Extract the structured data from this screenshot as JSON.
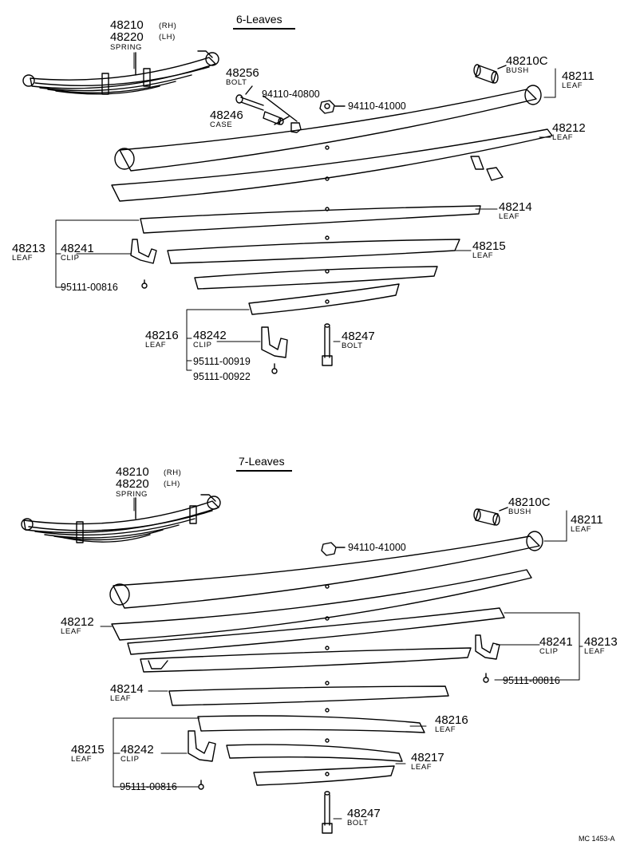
{
  "section_top": {
    "title": "6-Leaves",
    "spring": {
      "pn_rh": "48210",
      "side_rh": "(RH)",
      "pn_lh": "48220",
      "side_lh": "(LH)",
      "name": "SPRING"
    },
    "bolt_48256": {
      "pn": "48256",
      "name": "BOLT"
    },
    "nut_94110_40800": {
      "pn": "94110-40800"
    },
    "nut_94110_41000": {
      "pn": "94110-41000"
    },
    "case_48246": {
      "pn": "48246",
      "name": "CASE"
    },
    "bush_48210c": {
      "pn": "48210C",
      "name": "BUSH"
    },
    "leaf_48211": {
      "pn": "48211",
      "name": "LEAF"
    },
    "leaf_48212": {
      "pn": "48212",
      "name": "LEAF"
    },
    "leaf_48214": {
      "pn": "48214",
      "name": "LEAF"
    },
    "leaf_48213": {
      "pn": "48213",
      "name": "LEAF"
    },
    "clip_48241": {
      "pn": "48241",
      "name": "CLIP"
    },
    "screw_95111_00816": {
      "pn": "95111-00816"
    },
    "leaf_48215": {
      "pn": "48215",
      "name": "LEAF"
    },
    "leaf_48216": {
      "pn": "48216",
      "name": "LEAF"
    },
    "clip_48242": {
      "pn": "48242",
      "name": "CLIP"
    },
    "bolt_48247": {
      "pn": "48247",
      "name": "BOLT"
    },
    "screw_95111_00919": {
      "pn": "95111-00919"
    },
    "screw_95111_00922": {
      "pn": "95111-00922"
    }
  },
  "section_bottom": {
    "title": "7-Leaves",
    "spring": {
      "pn_rh": "48210",
      "side_rh": "(RH)",
      "pn_lh": "48220",
      "side_lh": "(LH)",
      "name": "SPRING"
    },
    "bush_48210c": {
      "pn": "48210C",
      "name": "BUSH"
    },
    "leaf_48211": {
      "pn": "48211",
      "name": "LEAF"
    },
    "nut_94110_41000": {
      "pn": "94110-41000"
    },
    "leaf_48212": {
      "pn": "48212",
      "name": "LEAF"
    },
    "clip_48241": {
      "pn": "48241",
      "name": "CLIP"
    },
    "leaf_48213": {
      "pn": "48213",
      "name": "LEAF"
    },
    "screw_95111_00816_a": {
      "pn": "95111-00816"
    },
    "leaf_48214": {
      "pn": "48214",
      "name": "LEAF"
    },
    "leaf_48216": {
      "pn": "48216",
      "name": "LEAF"
    },
    "leaf_48215": {
      "pn": "48215",
      "name": "LEAF"
    },
    "clip_48242": {
      "pn": "48242",
      "name": "CLIP"
    },
    "leaf_48217": {
      "pn": "48217",
      "name": "LEAF"
    },
    "screw_95111_00816_b": {
      "pn": "95111-00816"
    },
    "bolt_48247": {
      "pn": "48247",
      "name": "BOLT"
    }
  },
  "footer_code": "MC 1453-A"
}
